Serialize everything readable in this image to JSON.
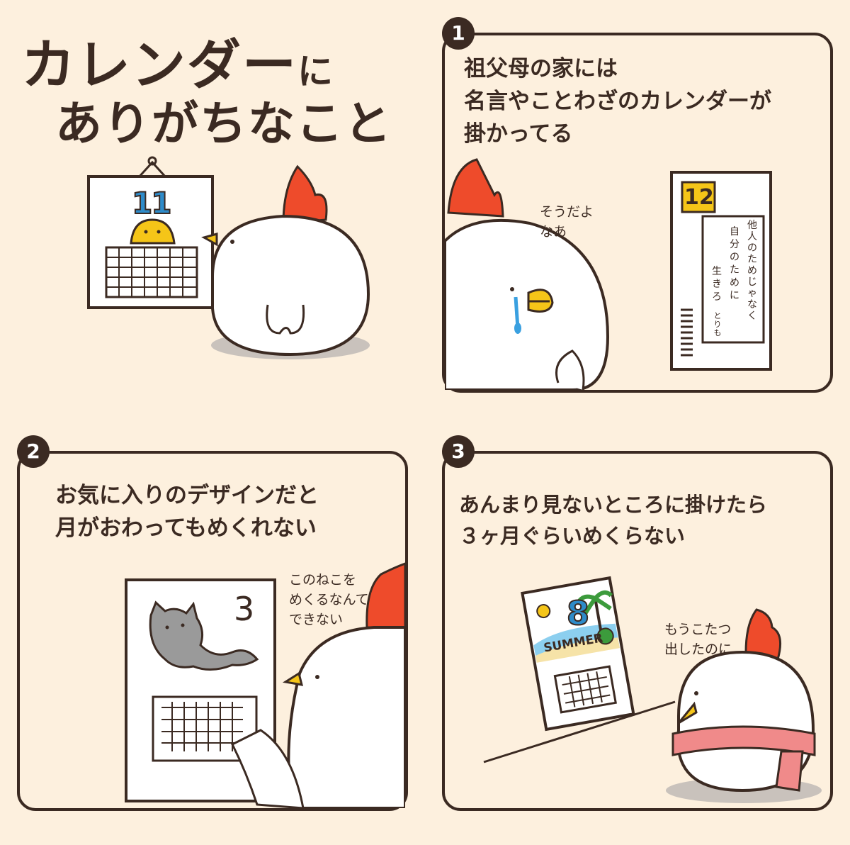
{
  "title": {
    "line1_main": "カレンダー",
    "line1_tail": "に",
    "line2": "ありがちなこと"
  },
  "intro_calendar": {
    "month": "11"
  },
  "panel1": {
    "number": "1",
    "caption": "祖父母の家には\n名言やことわざのカレンダーが\n掛かってる",
    "speech": "そうだよ\n  なあ",
    "calendar_date": "12",
    "quote": "他\n人\nの\nた\nめ\nじ\nゃ\nな\nく",
    "quote_line2": "自\n分\nの\nた\nめ\nに",
    "quote_line3": "生\nき\nろ",
    "signature": "と\nり\nも"
  },
  "panel2": {
    "number": "2",
    "caption": "お気に入りのデザインだと\n月がおわってもめくれない",
    "speech": "このねこを\nめくるなんて\nできない",
    "calendar_month": "3"
  },
  "panel3": {
    "number": "3",
    "caption": "あんまり見ないところに掛けたら\n３ヶ月ぐらいめくらない",
    "speech": "もうこたつ\n出したのに",
    "calendar_month": "8",
    "calendar_label": "SUMMER"
  },
  "colors": {
    "background": "#FDF0DE",
    "ink": "#3B2A22",
    "comb": "#EE4B2B",
    "beak": "#F5C518",
    "scarf": "#F08A8A"
  }
}
